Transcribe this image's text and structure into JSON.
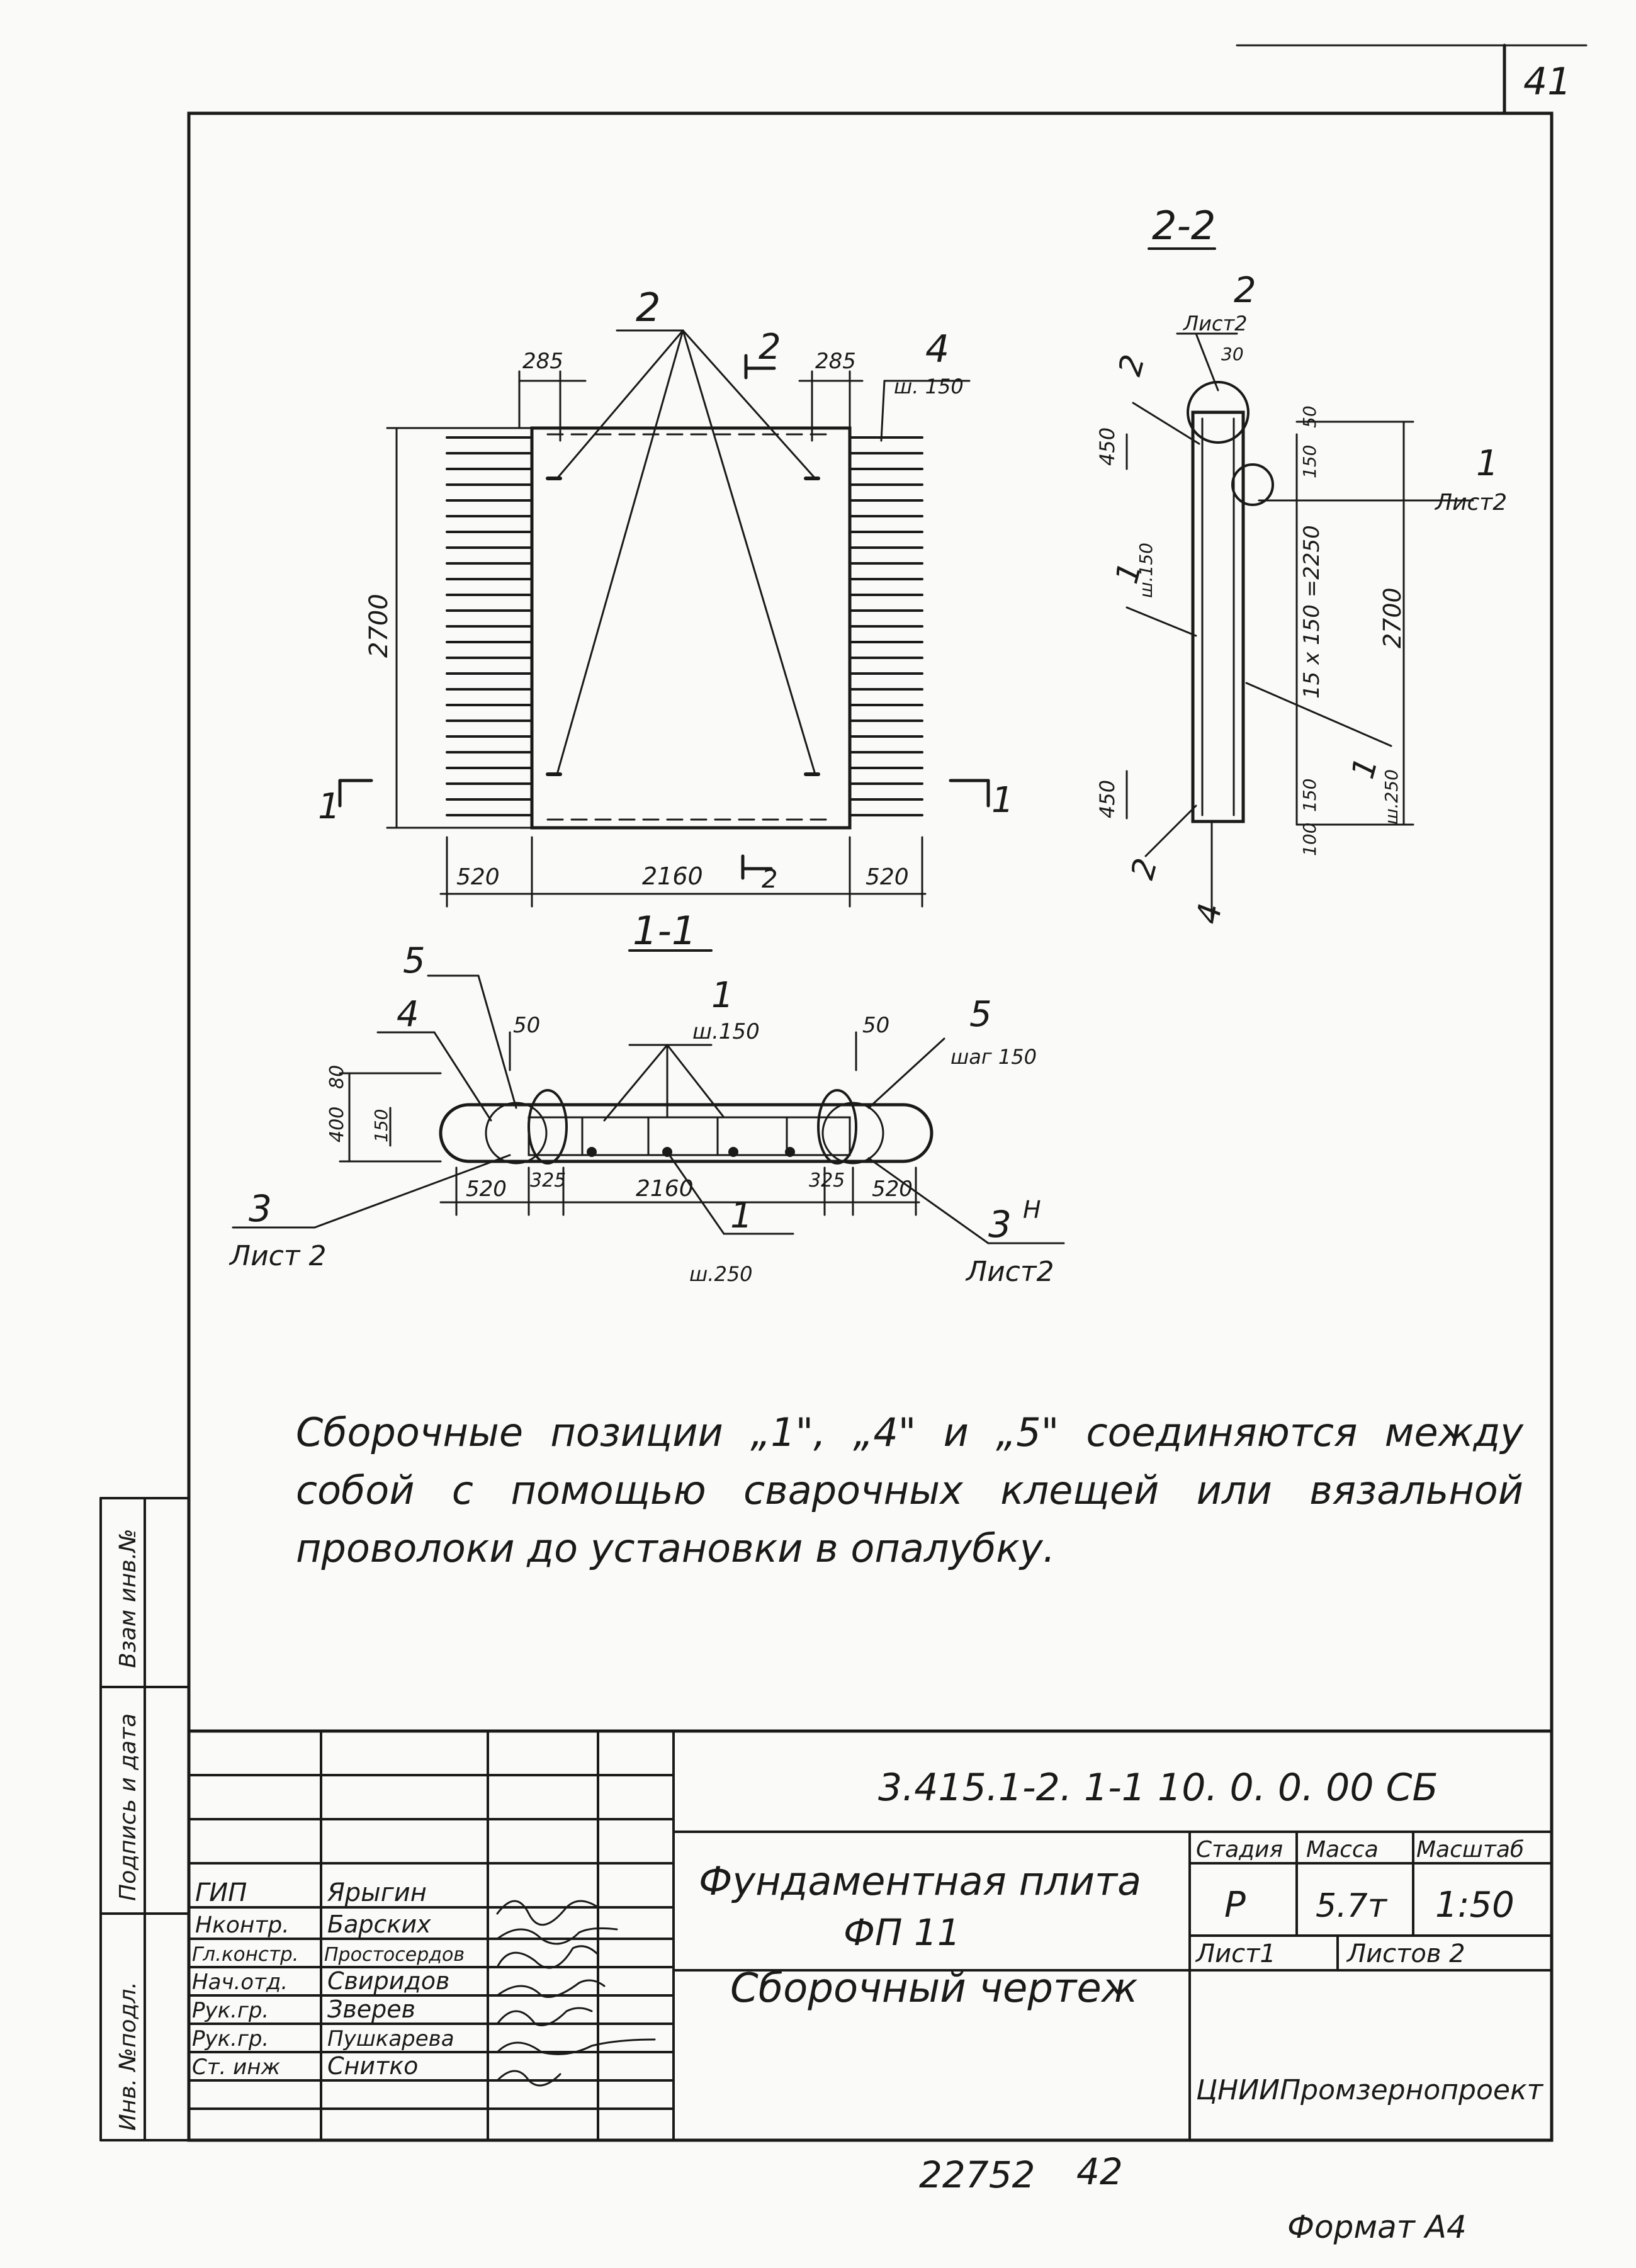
{
  "sheet_number": "41",
  "section_labels": {
    "plan_cut_1": "1",
    "plan_cut_2": "2",
    "section_1_1": "1-1",
    "section_2_2": "2-2"
  },
  "plan": {
    "dims": {
      "width": "2160",
      "overhang_left": "520",
      "overhang_right": "520",
      "height": "2700",
      "offset_left": "285",
      "offset_right": "285"
    },
    "callouts": {
      "pos2": "2",
      "pos4": "4",
      "pos4_step": "ш. 150"
    }
  },
  "section_2_2": {
    "callouts": {
      "pos2_top": "2",
      "pos2_top_ref": "Лист2",
      "pos1": "1",
      "pos1_step": "ш.150",
      "pos1_right": "1",
      "pos1_right_ref": "Лист2",
      "pos1_lower": "1",
      "pos1_lower_step": "ш.250",
      "pos2_left": "2",
      "pos2_bottom": "2",
      "pos4": "4"
    },
    "dims": {
      "top_gap": "30",
      "d450_top": "450",
      "d50": "50",
      "d150_top": "150",
      "span": "15 х 150 =2250",
      "height": "2700",
      "d450_bot": "450",
      "d150_bot": "150",
      "d100": "100"
    }
  },
  "section_1_1": {
    "callouts": {
      "pos5_left": "5",
      "pos4": "4",
      "pos1": "1",
      "pos1_step": "ш.150",
      "pos5_right": "5",
      "pos5_step": "шаг 150",
      "pos3_left": "3",
      "pos3_left_ref": "Лист 2",
      "pos1_bottom": "1",
      "pos1_bottom_step": "ш.250",
      "pos3_right": "3",
      "pos3_right_sup": "Н",
      "pos3_right_ref": "Лист2"
    },
    "dims": {
      "d50_left": "50",
      "d50_right": "50",
      "d80": "80",
      "d400": "400",
      "d150": "150",
      "d520_left": "520",
      "d325_left": "325",
      "d2160": "2160",
      "d325_right": "325",
      "d520_right": "520"
    }
  },
  "note": "Сборочные позиции „1\", „4\" и „5\" соединяются между собой с помощью сварочных клещей или вязальной проволоки до установки в опалубку.",
  "side_stamps": [
    "Взам инв.№",
    "Подпись и дата",
    "Инв. №подл."
  ],
  "title_block": {
    "code": "3.415.1-2. 1-1 10. 0. 0. 00 СБ",
    "title_line1": "Фундаментная плита",
    "title_line2": "ФП 11",
    "title_line3": "Сборочный чертеж",
    "stage_label": "Стадия",
    "mass_label": "Масса",
    "scale_label": "Масштаб",
    "stage": "Р",
    "mass": "5.7т",
    "scale": "1:50",
    "sheet_label": "Лист1",
    "sheets_label": "Листов 2",
    "organization": "ЦНИИПромзернопроект",
    "roles": [
      "ГИП",
      "Нконтр.",
      "Гл.констр.",
      "Нач.отд.",
      "Рук.гр.",
      "Рук.гр.",
      "Ст. инж"
    ],
    "names": [
      "Ярыгин",
      "Барских",
      "Простосердов",
      "Свиридов",
      "Зверев",
      "Пушкарева",
      "Снитко"
    ]
  },
  "bottom": {
    "inventory_number": "22752",
    "page_number": "42",
    "format": "Формат А4"
  }
}
